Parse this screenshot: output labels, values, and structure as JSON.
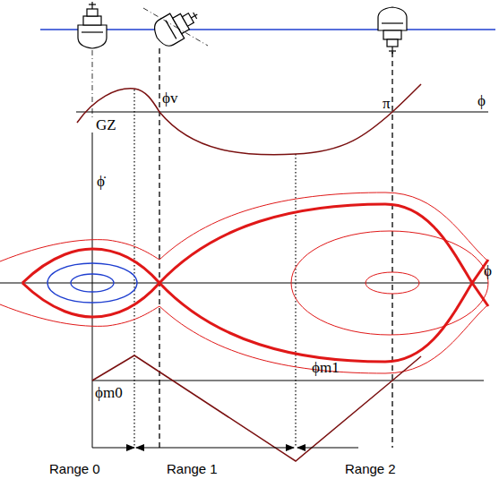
{
  "diagram": {
    "labels": [
      "GZ",
      "ϕv",
      "π",
      "ϕ",
      "ϕ̇",
      "ϕ",
      "ϕm1",
      "ϕm0",
      "Range 0",
      "Range 1",
      "Range 2"
    ]
  }
}
